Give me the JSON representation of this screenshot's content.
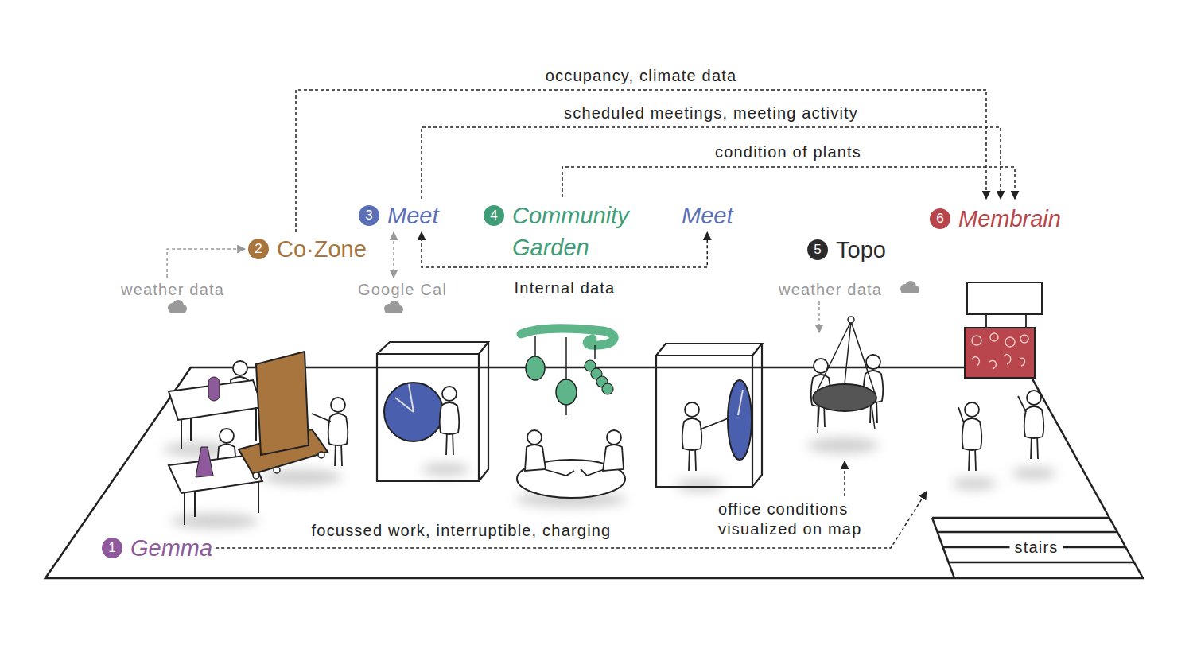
{
  "diagram": {
    "nodes": [
      {
        "text": [
          "1",
          "Gemma"
        ]
      },
      {
        "text": [
          "2",
          "Co·Zone"
        ]
      },
      {
        "text": [
          "3",
          "Meet"
        ]
      },
      {
        "text": [
          "4",
          "Community Garden"
        ]
      },
      {
        "text": [
          "Meet"
        ]
      },
      {
        "text": [
          "5",
          "Topo"
        ]
      },
      {
        "text": [
          "6",
          "Membrain"
        ]
      },
      {
        "text": [
          "weather data"
        ]
      },
      {
        "text": [
          "Google Cal"
        ]
      },
      {
        "text": [
          "weather data"
        ]
      }
    ],
    "edges": [
      {
        "from": 7,
        "to": 1,
        "arrow": "to"
      },
      {
        "from": 8,
        "to": 2,
        "arrow": "both"
      },
      {
        "from": 2,
        "to": 4,
        "arrow": "both",
        "label": "Internal data"
      },
      {
        "from": 1,
        "to": 6,
        "arrow": "to",
        "label": "occupancy, climate data"
      },
      {
        "from": 2,
        "to": 6,
        "arrow": "to",
        "label": "scheduled meetings, meeting activity"
      },
      {
        "from": 3,
        "to": 6,
        "arrow": "to",
        "label": "condition of plants"
      },
      {
        "from": 9,
        "to": 5,
        "arrow": "to"
      },
      {
        "from": 0,
        "to": 6,
        "arrow": "to",
        "label": "focussed work, interruptible, charging"
      }
    ],
    "labels": [
      "office conditions visualized on map",
      "stairs"
    ]
  }
}
